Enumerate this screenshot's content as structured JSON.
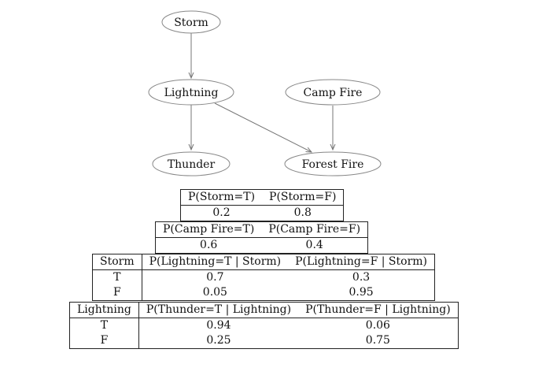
{
  "nodes": {
    "storm": "Storm",
    "lightning": "Lightning",
    "campfire": "Camp Fire",
    "thunder": "Thunder",
    "forestfire": "Forest Fire"
  },
  "edges": [
    {
      "from": "storm",
      "to": "lightning"
    },
    {
      "from": "lightning",
      "to": "thunder"
    },
    {
      "from": "lightning",
      "to": "forestfire"
    },
    {
      "from": "campfire",
      "to": "forestfire"
    }
  ],
  "tables": {
    "storm": {
      "headers": [
        "P(Storm=T)",
        "P(Storm=F)"
      ],
      "row": [
        "0.2",
        "0.8"
      ]
    },
    "campfire": {
      "headers": [
        "P(Camp Fire=T)",
        "P(Camp Fire=F)"
      ],
      "row": [
        "0.6",
        "0.4"
      ]
    },
    "lightning": {
      "headers": [
        "Storm",
        "P(Lightning=T | Storm)",
        "P(Lightning=F | Storm)"
      ],
      "rows": [
        [
          "T",
          "0.7",
          "0.3"
        ],
        [
          "F",
          "0.05",
          "0.95"
        ]
      ]
    },
    "thunder": {
      "headers": [
        "Lightning",
        "P(Thunder=T | Lightning)",
        "P(Thunder=F | Lightning)"
      ],
      "rows": [
        [
          "T",
          "0.94",
          "0.06"
        ],
        [
          "F",
          "0.25",
          "0.75"
        ]
      ]
    }
  }
}
